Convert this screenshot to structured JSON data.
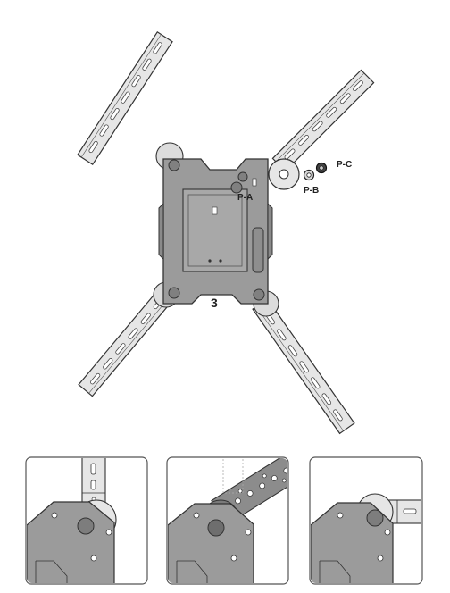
{
  "main_figure": {
    "step_number": "3",
    "part_labels": {
      "pa": "P-A",
      "pb": "P-B",
      "pc": "P-C"
    }
  },
  "detail_panels": [
    {
      "state": "arm-aligned"
    },
    {
      "state": "arm-rotating"
    },
    {
      "state": "arm-rotated"
    }
  ],
  "colors": {
    "plate": "#9b9b9b",
    "plate_dark": "#6e6e6e",
    "arm": "#e6e6e6",
    "hole_dark": "#808080",
    "outline": "#333333"
  }
}
